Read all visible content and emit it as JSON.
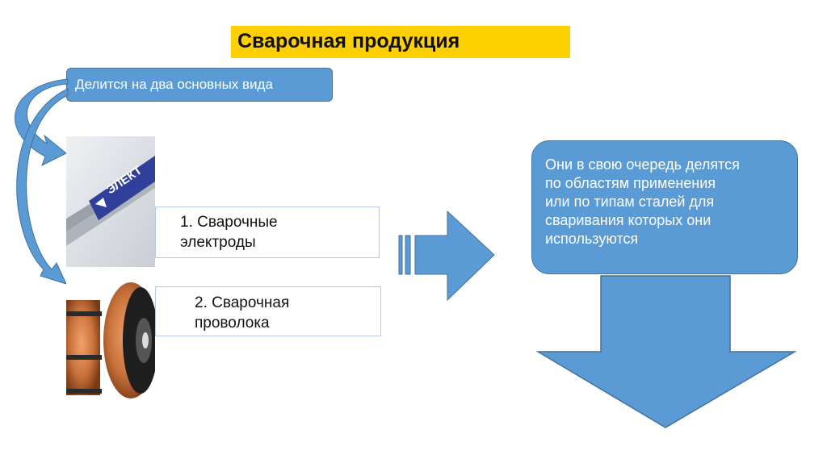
{
  "title": "Сварочная продукция",
  "intro": "Делится на два основных вида",
  "items": [
    {
      "line1": "1. Сварочные",
      "line2": "электроды"
    },
    {
      "line1": "2. Сварочная",
      "line2": "проволока"
    }
  ],
  "right_text": [
    "Они в свою очередь делятся",
    "по областям применения",
    "или по типам сталей для",
    "сваривания которых они",
    "используются"
  ],
  "electrode_label": "ЭЛЕКТ",
  "colors": {
    "accent": "#5b9bd5",
    "title_bg": "#ffd000",
    "copper": "#c8703a"
  }
}
